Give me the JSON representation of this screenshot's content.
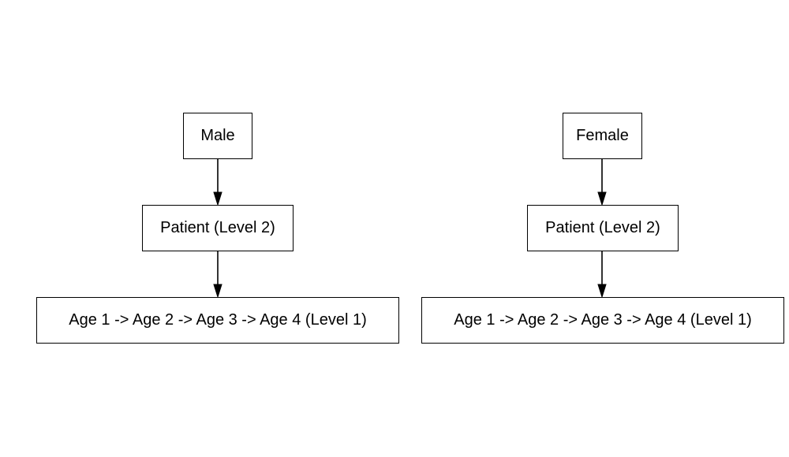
{
  "diagram": {
    "left_tree": {
      "root": "Male",
      "middle": "Patient (Level 2)",
      "leaf": "Age 1 -> Age 2 -> Age 3 -> Age 4 (Level 1)"
    },
    "right_tree": {
      "root": "Female",
      "middle": "Patient (Level 2)",
      "leaf": "Age 1 -> Age 2 -> Age 3 -> Age 4 (Level 1)"
    },
    "edges": [
      {
        "from": "Male",
        "to": "Patient (Level 2)"
      },
      {
        "from": "Patient (Level 2)",
        "to": "Age 1 -> Age 2 -> Age 3 -> Age 4 (Level 1)"
      },
      {
        "from": "Female",
        "to": "Patient (Level 2)"
      },
      {
        "from": "Patient (Level 2)",
        "to": "Age 1 -> Age 2 -> Age 3 -> Age 4 (Level 1)"
      }
    ]
  }
}
